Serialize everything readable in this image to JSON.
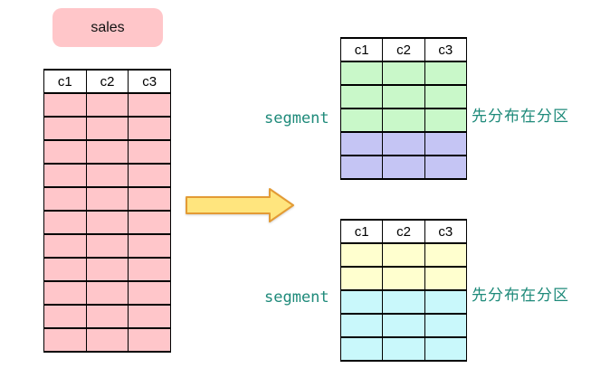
{
  "canvas": {
    "background": "#ffffff",
    "label_text_color": "#1e8a7a"
  },
  "source": {
    "badge_label": "sales",
    "badge_color": "#ffc6c9",
    "table": {
      "headers": [
        "c1",
        "c2",
        "c3"
      ],
      "groups": [
        {
          "color": "#ffc6ca",
          "rows": 11
        }
      ]
    }
  },
  "arrow": {
    "direction": "right",
    "fill": "#ffe57e",
    "stroke": "#e39b35"
  },
  "segments": [
    {
      "label": "segment",
      "annotation": "先分布在分区",
      "table": {
        "headers": [
          "c1",
          "c2",
          "c3"
        ],
        "groups": [
          {
            "color": "#c9f8c9",
            "rows": 3
          },
          {
            "color": "#c5c5f4",
            "rows": 2
          }
        ]
      }
    },
    {
      "label": "segment",
      "annotation": "先分布在分区",
      "table": {
        "headers": [
          "c1",
          "c2",
          "c3"
        ],
        "groups": [
          {
            "color": "#ffffcf",
            "rows": 2
          },
          {
            "color": "#c9f8fb",
            "rows": 3
          }
        ]
      }
    }
  ]
}
